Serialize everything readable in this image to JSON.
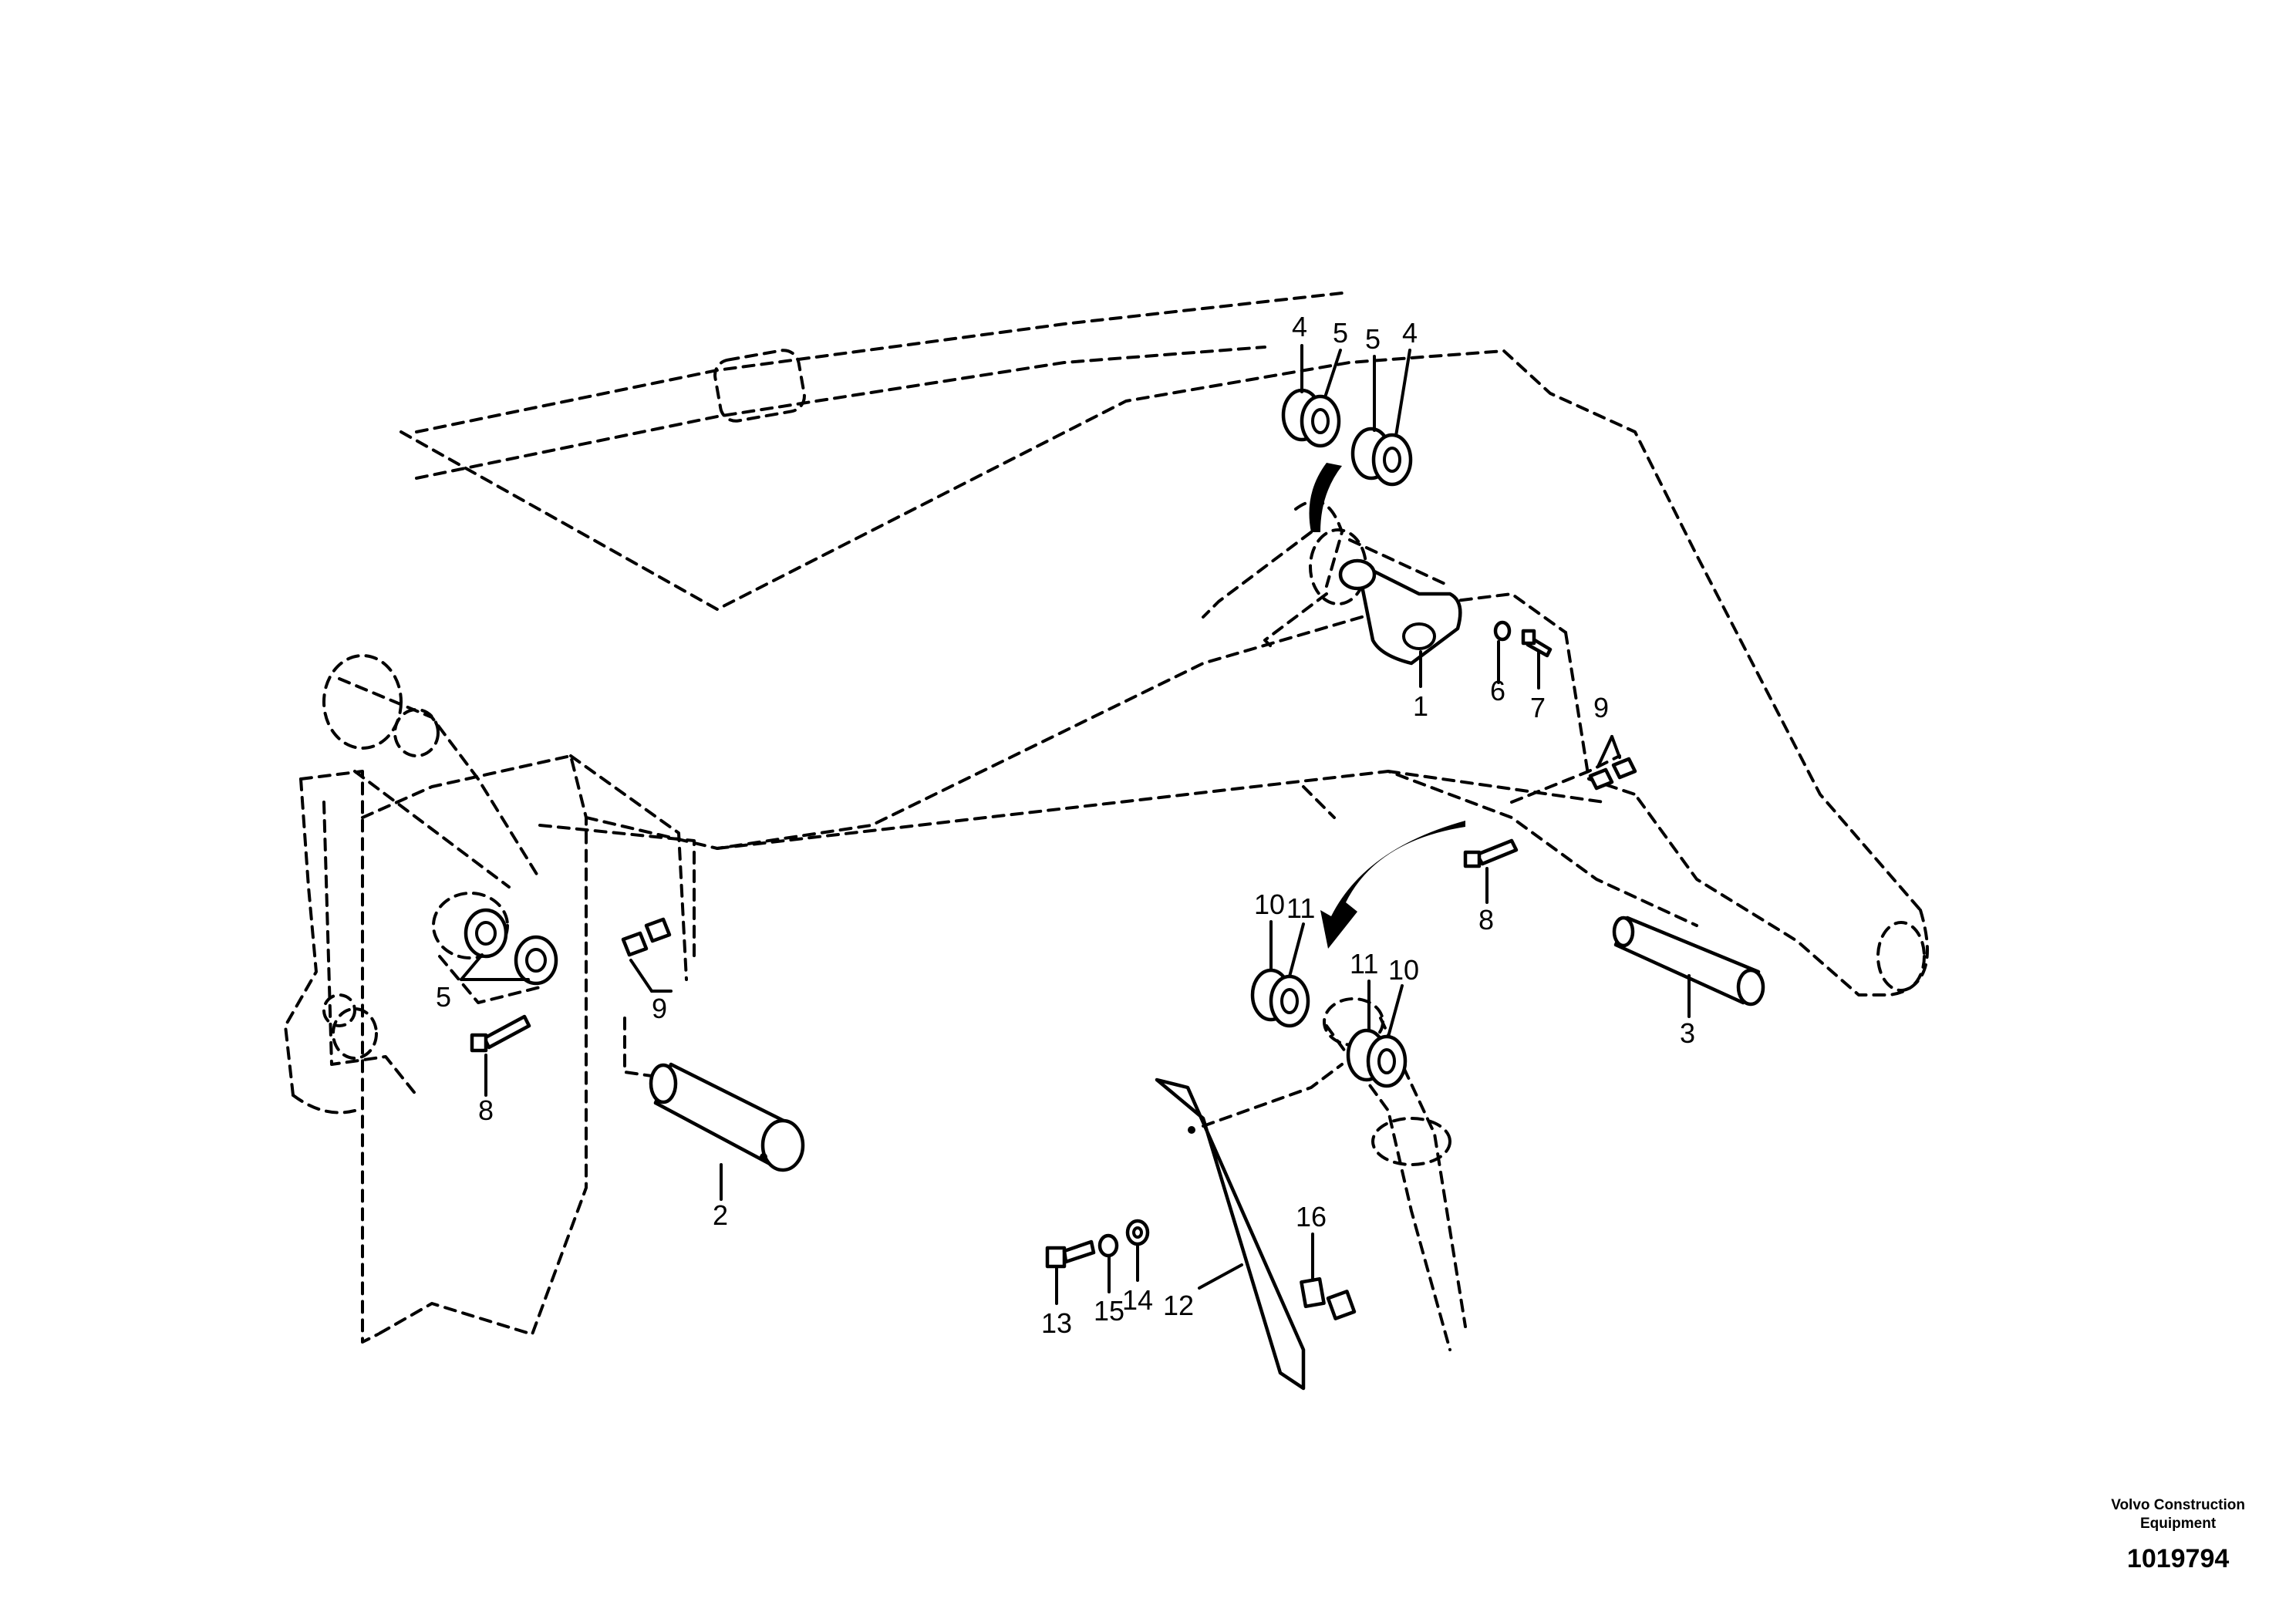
{
  "callouts": {
    "c1": "1",
    "c2": "2",
    "c3": "3",
    "c4a": "4",
    "c4b": "4",
    "c5a": "5",
    "c5b": "5",
    "c5c": "5",
    "c6": "6",
    "c7": "7",
    "c8a": "8",
    "c8b": "8",
    "c9a": "9",
    "c9b": "9",
    "c10a": "10",
    "c10b": "10",
    "c11a": "11",
    "c11b": "11",
    "c12": "12",
    "c13": "13",
    "c14": "14",
    "c15": "15",
    "c16": "16"
  },
  "stamp": {
    "brand_line1": "Volvo Construction",
    "brand_line2": "Equipment",
    "reference": "1019794"
  }
}
